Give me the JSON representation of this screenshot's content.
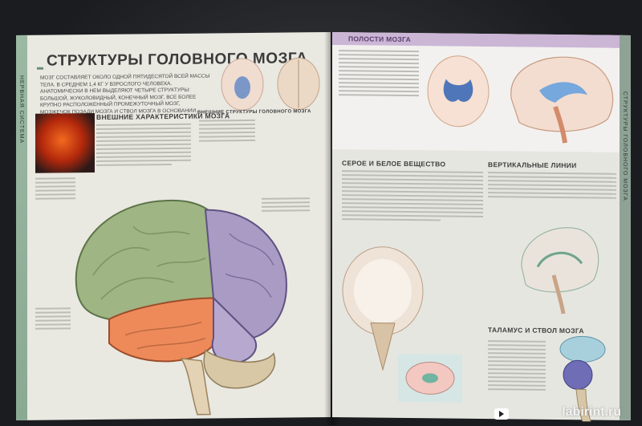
{
  "left_page": {
    "title": "СТРУКТУРЫ ГОЛОВНОГО МОЗГА",
    "intro": "МОЗГ СОСТАВЛЯЕТ ОКОЛО ОДНОЙ ПЯТИДЕСЯТОЙ ВСЕЙ МАССЫ ТЕЛА. В СРЕДНЕМ 1,4 КГ У ВЗРОСЛОГО ЧЕЛОВЕКА. АНАТОМИЧЕСКИ В НЕМ ВЫДЕЛЯЮТ ЧЕТЫРЕ СТРУКТУРЫ: БОЛЬШОЙ, ЖУКОЛОВИДНЫЙ, КОНЕЧНЫЙ МОЗГ, ВСЕ БОЛЕЕ КРУПНО РАСПОЛОЖЕННЫЙ ПРОМЕЖУТОЧНЫЙ МОЗГ, МОЗЖЕЧОК ПОЗАДИ МОЗГА И СТВОЛ МОЗГА В ОСНОВАНИИ.",
    "side_label": "НЕРВНАЯ СИСТЕМА",
    "subhead_outer": "ВНЕШНИЕ ХАРАКТЕРИСТИКИ МОЗГА",
    "subhead_inner": "ВНЕШНИЕ СТРУКТУРЫ ГОЛОВНОГО МОЗГА"
  },
  "right_page": {
    "panel_title": "ПОЛОСТИ МОЗГА",
    "side_label": "СТРУКТУРЫ ГОЛОВНОГО МОЗГА",
    "subhead_gray_white": "СЕРОЕ И БЕЛОЕ ВЕЩЕСТВО",
    "subhead_vertical": "ВЕРТИКАЛЬНЫЕ ЛИНИИ",
    "subhead_thalamus": "ТАЛАМУС И СТВОЛ МОЗГА"
  },
  "watermark": "labirint.ru",
  "colors": {
    "page": "#e9e8e1",
    "accent_green": "#8aa993",
    "accent_purple": "#cbb6d6",
    "lobe_green": "#9fb583",
    "lobe_purple": "#a99bc4",
    "lobe_orange": "#ee8a5a",
    "lobe_cerebellum": "#d8c8a6"
  }
}
